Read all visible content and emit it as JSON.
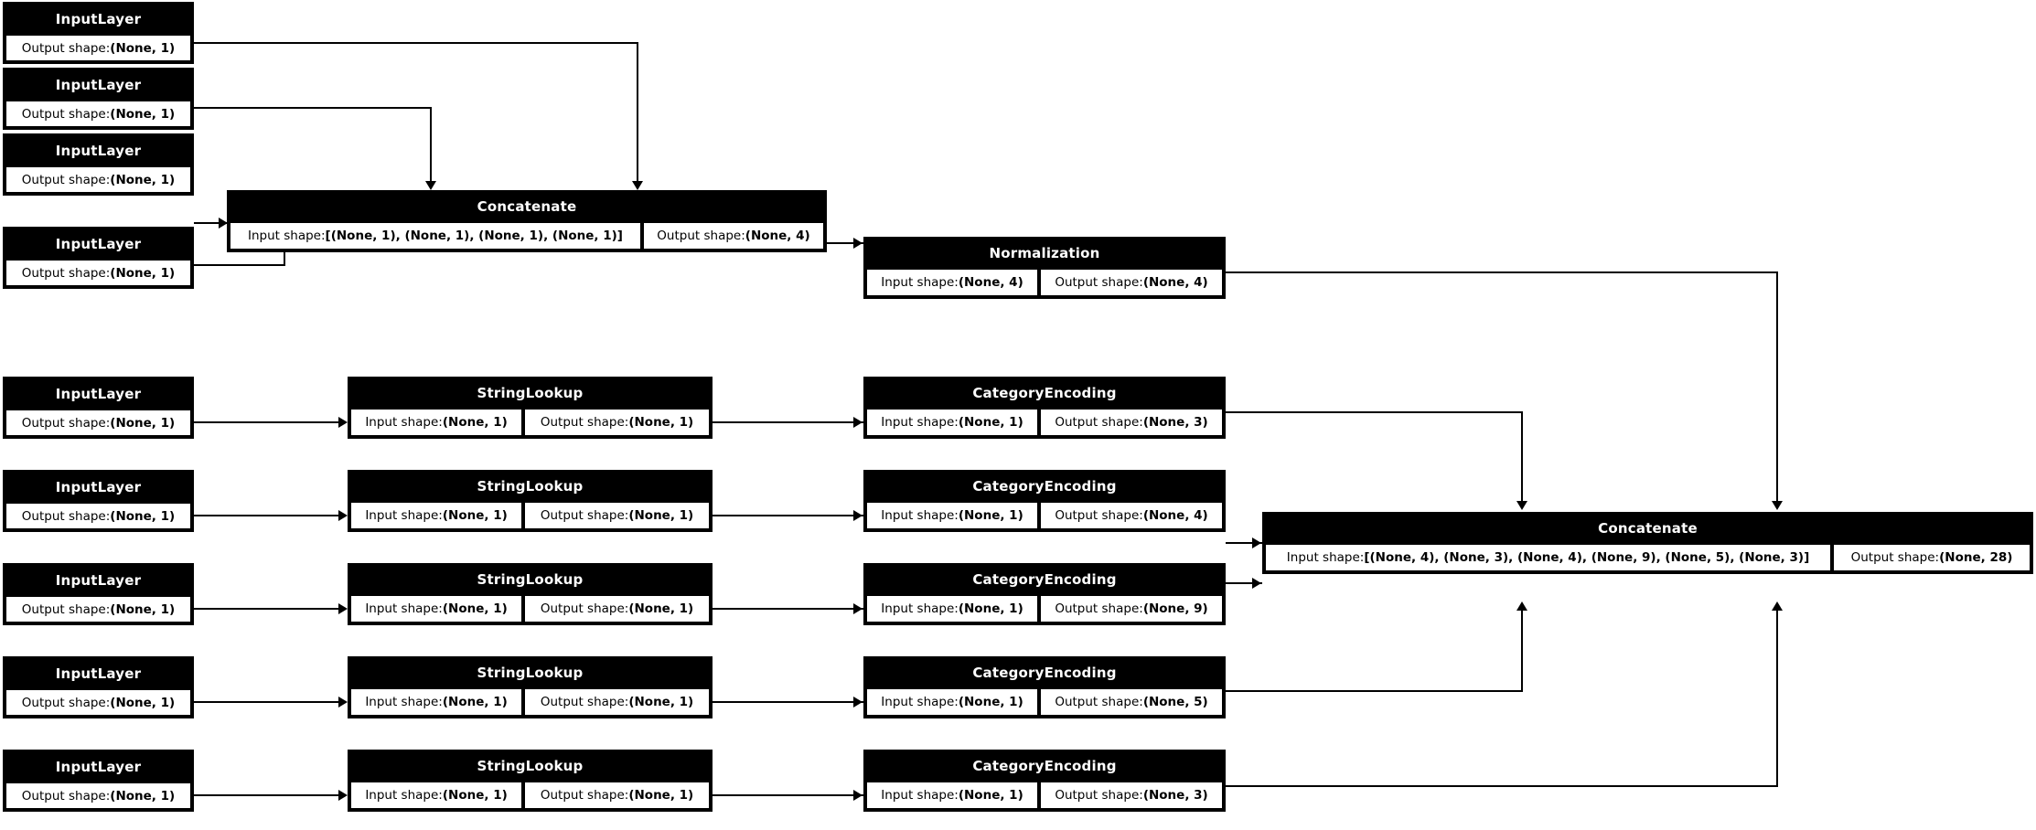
{
  "diagram": {
    "type": "keras-model-plot",
    "labels": {
      "input_shape": "Input shape:",
      "output_shape": "Output shape:"
    },
    "nodes": [
      {
        "id": "in1",
        "title": "InputLayer",
        "output": "(None, 1)"
      },
      {
        "id": "in2",
        "title": "InputLayer",
        "output": "(None, 1)"
      },
      {
        "id": "in3",
        "title": "InputLayer",
        "output": "(None, 1)"
      },
      {
        "id": "in4",
        "title": "InputLayer",
        "output": "(None, 1)"
      },
      {
        "id": "in5",
        "title": "InputLayer",
        "output": "(None, 1)"
      },
      {
        "id": "in6",
        "title": "InputLayer",
        "output": "(None, 1)"
      },
      {
        "id": "in7",
        "title": "InputLayer",
        "output": "(None, 1)"
      },
      {
        "id": "in8",
        "title": "InputLayer",
        "output": "(None, 1)"
      },
      {
        "id": "in9",
        "title": "InputLayer",
        "output": "(None, 1)"
      },
      {
        "id": "concat_num",
        "title": "Concatenate",
        "input": "[(None, 1), (None, 1), (None, 1), (None, 1)]",
        "output": "(None, 4)"
      },
      {
        "id": "norm",
        "title": "Normalization",
        "input": "(None, 4)",
        "output": "(None, 4)"
      },
      {
        "id": "sl1",
        "title": "StringLookup",
        "input": "(None, 1)",
        "output": "(None, 1)"
      },
      {
        "id": "sl2",
        "title": "StringLookup",
        "input": "(None, 1)",
        "output": "(None, 1)"
      },
      {
        "id": "sl3",
        "title": "StringLookup",
        "input": "(None, 1)",
        "output": "(None, 1)"
      },
      {
        "id": "sl4",
        "title": "StringLookup",
        "input": "(None, 1)",
        "output": "(None, 1)"
      },
      {
        "id": "sl5",
        "title": "StringLookup",
        "input": "(None, 1)",
        "output": "(None, 1)"
      },
      {
        "id": "ce1",
        "title": "CategoryEncoding",
        "input": "(None, 1)",
        "output": "(None, 3)"
      },
      {
        "id": "ce2",
        "title": "CategoryEncoding",
        "input": "(None, 1)",
        "output": "(None, 4)"
      },
      {
        "id": "ce3",
        "title": "CategoryEncoding",
        "input": "(None, 1)",
        "output": "(None, 9)"
      },
      {
        "id": "ce4",
        "title": "CategoryEncoding",
        "input": "(None, 1)",
        "output": "(None, 5)"
      },
      {
        "id": "ce5",
        "title": "CategoryEncoding",
        "input": "(None, 1)",
        "output": "(None, 3)"
      },
      {
        "id": "concat_all",
        "title": "Concatenate",
        "input": "[(None, 4), (None, 3), (None, 4), (None, 9), (None, 5), (None, 3)]",
        "output": "(None, 28)"
      }
    ],
    "colors": {
      "header_bg": "#000000",
      "header_fg": "#ffffff",
      "body_bg": "#ffffff",
      "body_fg": "#000000",
      "edge": "#000000",
      "canvas": "#ffffff"
    }
  }
}
